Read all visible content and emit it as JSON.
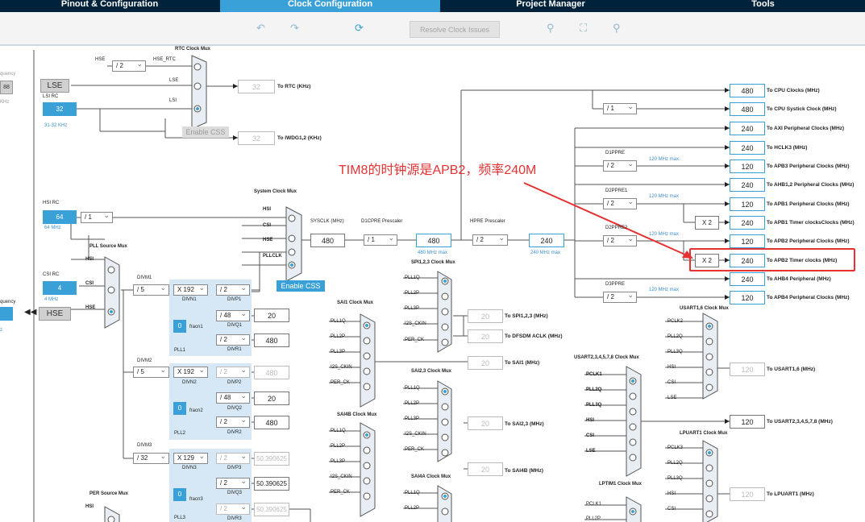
{
  "tabs": [
    {
      "label": "Pinout & Configuration",
      "active": false
    },
    {
      "label": "Clock Configuration",
      "active": true
    },
    {
      "label": "Project Manager",
      "active": false
    },
    {
      "label": "Tools",
      "active": false
    }
  ],
  "toolbar": {
    "resolve_label": "Resolve Clock Issues"
  },
  "left_edge": {
    "freq1": "quency",
    "val1": "88",
    "khz1": "KHz",
    "freq2": "quency",
    "mhz2": "z"
  },
  "rtc": {
    "mux_title": "RTC Clock Mux",
    "hse": "HSE",
    "hse_div": "/ 2",
    "hse_rtc": "HSE_RTC",
    "lse": "LSE",
    "lse_in": "LSE",
    "lsi_rc": "LSI RC",
    "lsi": "LSI",
    "lsi_val": "32",
    "lsi_range": "31-32 KHz",
    "out_val": "32",
    "out_label": "To RTC (KHz)",
    "css_label": "Enable CSS",
    "iwdg_val": "32",
    "iwdg_label": "To IWDG1,2 (KHz)"
  },
  "hsi_rc": {
    "label": "HSI RC",
    "val": "64",
    "mhz": "64 MHz",
    "div": "/ 1"
  },
  "csi_rc": {
    "label": "CSI RC",
    "val": "4",
    "mhz": "4 MHz"
  },
  "hse_src": {
    "label": "HSE"
  },
  "pll_src": {
    "title": "PLL Source Mux",
    "hsi": "HSI",
    "csi": "CSI",
    "hse": "HSE"
  },
  "sys_mux": {
    "title": "System Clock Mux",
    "hsi": "HSI",
    "csi": "CSI",
    "hse": "HSE",
    "pllclk": "PLLCLK",
    "css": "Enable CSS"
  },
  "sys": {
    "sysclk_label": "SYSCLK (MHz)",
    "sysclk": "480",
    "d1cpre_label": "D1CPRE Prescaler",
    "d1cpre": "/ 1",
    "cpu_val": "480",
    "cpu_max": "480 MHz max",
    "hpre_label": "HPRE Prescaler",
    "hpre": "/ 2",
    "hclk_val": "240",
    "hclk_max": "240 MHz max"
  },
  "pll1": {
    "divm_label": "DIVM1",
    "divm": "/ 5",
    "mul": "X 192",
    "divn": "DIVN1",
    "frac": "0",
    "fracn": "fracn1",
    "name": "PLL1",
    "p_div": "/ 2",
    "p_label": "DIVP1",
    "q_div": "/ 48",
    "q_label": "DIVQ1",
    "q_val": "20",
    "r_div": "/ 2",
    "r_label": "DIVR1",
    "r_val": "480"
  },
  "pll2": {
    "divm_label": "DIVM2",
    "divm": "/ 5",
    "mul": "X 192",
    "divn": "DIVN2",
    "frac": "0",
    "fracn": "fracn2",
    "name": "PLL2",
    "p_div": "/ 2",
    "p_label": "DIVP2",
    "p_val": "480",
    "q_div": "/ 48",
    "q_label": "DIVQ2",
    "q_val": "20",
    "r_div": "/ 2",
    "r_label": "DIVR2",
    "r_val": "480"
  },
  "pll3": {
    "divm_label": "DIVM3",
    "divm": "/ 32",
    "mul": "X 129",
    "divn": "DIVN3",
    "frac": "0",
    "fracn": "fracn3",
    "name": "PLL3",
    "p_div": "/ 2",
    "p_label": "DIVP3",
    "p_val": "50.390625",
    "q_div": "/ 2",
    "q_label": "DIVQ3",
    "q_val": "50.390625",
    "r_div": "/ 2",
    "r_label": "DIVR3",
    "r_val": "50.390625"
  },
  "per_mux": {
    "title": "PER Source Mux",
    "hsi": "HSI"
  },
  "spi123": {
    "title": "SPI1,2,3 Clock Mux",
    "in": [
      "PLL1Q",
      "PLL2P",
      "PLL3P",
      "I2S_CKIN",
      "PER_CK"
    ],
    "val": "20",
    "out": "To SPI1,2,3 (MHz)",
    "dfsdm_val": "20",
    "dfsdm": "To DFSDM ACLK (MHz)"
  },
  "sai1": {
    "title": "SAI1 Clock Mux",
    "in": [
      "PLL1Q",
      "PLL2P",
      "PLL3P",
      "I2S_CKIN",
      "PER_CK"
    ],
    "val": "20",
    "out": "To SAI1 (MHz)"
  },
  "sai23": {
    "title": "SAI2,3 Clock Mux",
    "in": [
      "PLL1Q",
      "PLL2P",
      "PLL3P",
      "I2S_CKIN",
      "PER_CK"
    ],
    "val": "20",
    "out": "To SAI2,3 (MHz)"
  },
  "sai4b": {
    "title": "SAI4B Clock Mux",
    "in": [
      "PLL1Q",
      "PLL2P",
      "PLL3P",
      "I2S_CKIN",
      "PER_CK"
    ],
    "val": "20",
    "out": "To SAI4B (MHz)"
  },
  "sai4a": {
    "title": "SAI4A Clock Mux",
    "in": [
      "PLL1Q",
      "PLL2P"
    ]
  },
  "usart16": {
    "title": "USART1,6 Clock Mux",
    "in": [
      "PCLK2",
      "PLL2Q",
      "PLL3Q",
      "HSI",
      "CSI",
      "LSE"
    ],
    "val": "120",
    "out": "To USART1,6 (MHz)"
  },
  "usart2": {
    "title": "USART2,3,4,5,7,8 Clock Mux",
    "in": [
      "PCLK1",
      "PLL2Q",
      "PLL3Q",
      "HSI",
      "CSI",
      "LSE"
    ],
    "val": "120",
    "out": "To USART2,3,4,5,7,8 (MHz)"
  },
  "lpuart1": {
    "title": "LPUART1 Clock Mux",
    "in": [
      "PCLK3",
      "PLL2Q",
      "PLL3Q",
      "HSI",
      "CSI"
    ],
    "val": "120",
    "out": "To LPUART1 (MHz)"
  },
  "lptim1": {
    "title": "LPTIM1 Clock Mux",
    "in": [
      "PCLK1",
      "PLL2P"
    ]
  },
  "bus": {
    "d1ppre_label": "D1PPRE",
    "d1ppre": "/ 2",
    "d1_max": "120 MHz max",
    "d2ppre1_label": "D2PPRE1",
    "d2ppre1": "/ 2",
    "d2_1_max": "120 MHz max",
    "d2ppre2_label": "D2PPRE2",
    "d2ppre2": "/ 2",
    "d2_2_max": "120 MHz max",
    "d3ppre_label": "D3PPRE",
    "d3ppre": "/ 2",
    "d3_max": "120 MHz max",
    "systick_div": "/ 1",
    "x2_a": "X 2",
    "x2_b": "X 2"
  },
  "outputs": [
    {
      "val": "480",
      "label": "To CPU Clocks (MHz)"
    },
    {
      "val": "480",
      "label": "To CPU Systick Clock (MHz)"
    },
    {
      "val": "240",
      "label": "To AXI Peripheral Clocks (MHz)"
    },
    {
      "val": "240",
      "label": "To HCLK3 (MHz)"
    },
    {
      "val": "120",
      "label": "To APB3 Peripheral Clocks (MHz)"
    },
    {
      "val": "240",
      "label": "To AHB1,2 Peripheral Clocks (MHz)"
    },
    {
      "val": "120",
      "label": "To APB1 Peripheral Clocks (MHz)"
    },
    {
      "val": "240",
      "label": "To APB1 Timer clocksClocks (MHz)"
    },
    {
      "val": "120",
      "label": "To APB2 Peripheral Clocks (MHz)"
    },
    {
      "val": "240",
      "label": "To APB2 Timer clocks (MHz)"
    },
    {
      "val": "240",
      "label": "To AHB4 Peripheral (MHz)"
    },
    {
      "val": "120",
      "label": "To APB4 Peripheral Clocks (MHz)"
    }
  ],
  "annotation": {
    "text": "TIM8的时钟源是APB2，频率240M",
    "color": "#e53333"
  },
  "colors": {
    "accent": "#3aa1d8",
    "header": "#00223a",
    "annotation": "#e53333"
  }
}
